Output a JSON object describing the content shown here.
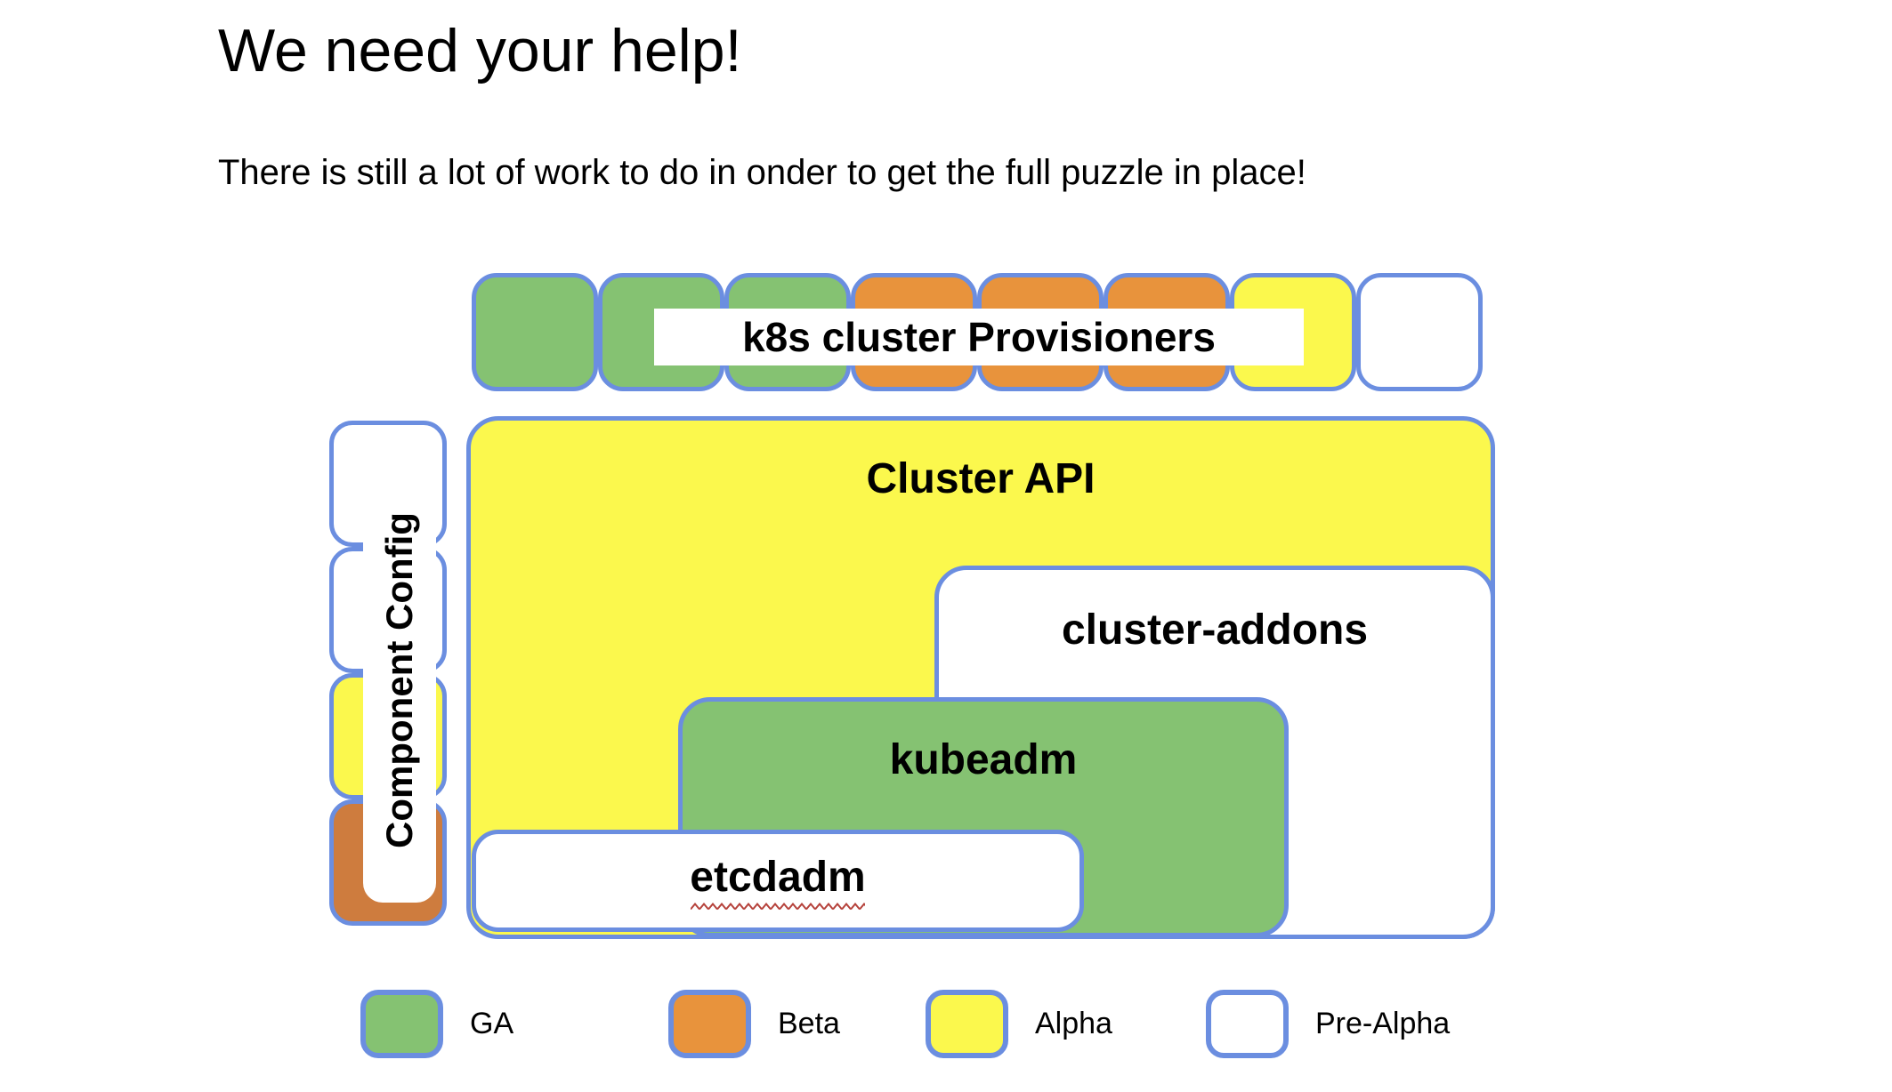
{
  "slide": {
    "title": "We need your help!",
    "subtitle": "There is still a lot of work to do in onder to get the full puzzle in place!"
  },
  "colors": {
    "piece_border_blue": "#6B8EE0",
    "ga_green": "#85C272",
    "beta_orange": "#E8933C",
    "alpha_yellow": "#FBF84D",
    "pre_alpha_white": "#FFFFFF",
    "component_config_beta_orange": "#CE7C3E",
    "spellcheck_red": "#B5413A"
  },
  "provisioners": {
    "label": "k8s cluster Provisioners",
    "pieces": [
      {
        "status": "GA",
        "color": "#85C272"
      },
      {
        "status": "GA",
        "color": "#85C272"
      },
      {
        "status": "GA",
        "color": "#85C272"
      },
      {
        "status": "Beta",
        "color": "#E8933C"
      },
      {
        "status": "Beta",
        "color": "#E8933C"
      },
      {
        "status": "Beta",
        "color": "#E8933C"
      },
      {
        "status": "Alpha",
        "color": "#FBF84D"
      },
      {
        "status": "Pre-Alpha",
        "color": "#FFFFFF"
      }
    ]
  },
  "component_config": {
    "label": "Component Config",
    "pieces": [
      {
        "status": "Pre-Alpha",
        "color": "#FFFFFF"
      },
      {
        "status": "Pre-Alpha",
        "color": "#FFFFFF"
      },
      {
        "status": "Alpha",
        "color": "#FBF84D"
      },
      {
        "status": "Beta",
        "color": "#CE7C3E"
      }
    ]
  },
  "boxes": {
    "cluster_api": {
      "label": "Cluster API",
      "status": "Alpha",
      "color": "#FBF84D"
    },
    "cluster_addons": {
      "label": "cluster-addons",
      "status": "Pre-Alpha",
      "color": "#FFFFFF"
    },
    "kubeadm": {
      "label": "kubeadm",
      "status": "GA",
      "color": "#85C272"
    },
    "etcdadm": {
      "label": "etcdadm",
      "status": "Pre-Alpha",
      "color": "#FFFFFF"
    }
  },
  "legend": {
    "items": [
      {
        "label": "GA",
        "color": "#85C272"
      },
      {
        "label": "Beta",
        "color": "#E8933C"
      },
      {
        "label": "Alpha",
        "color": "#FBF84D"
      },
      {
        "label": "Pre-Alpha",
        "color": "#FFFFFF"
      }
    ]
  }
}
